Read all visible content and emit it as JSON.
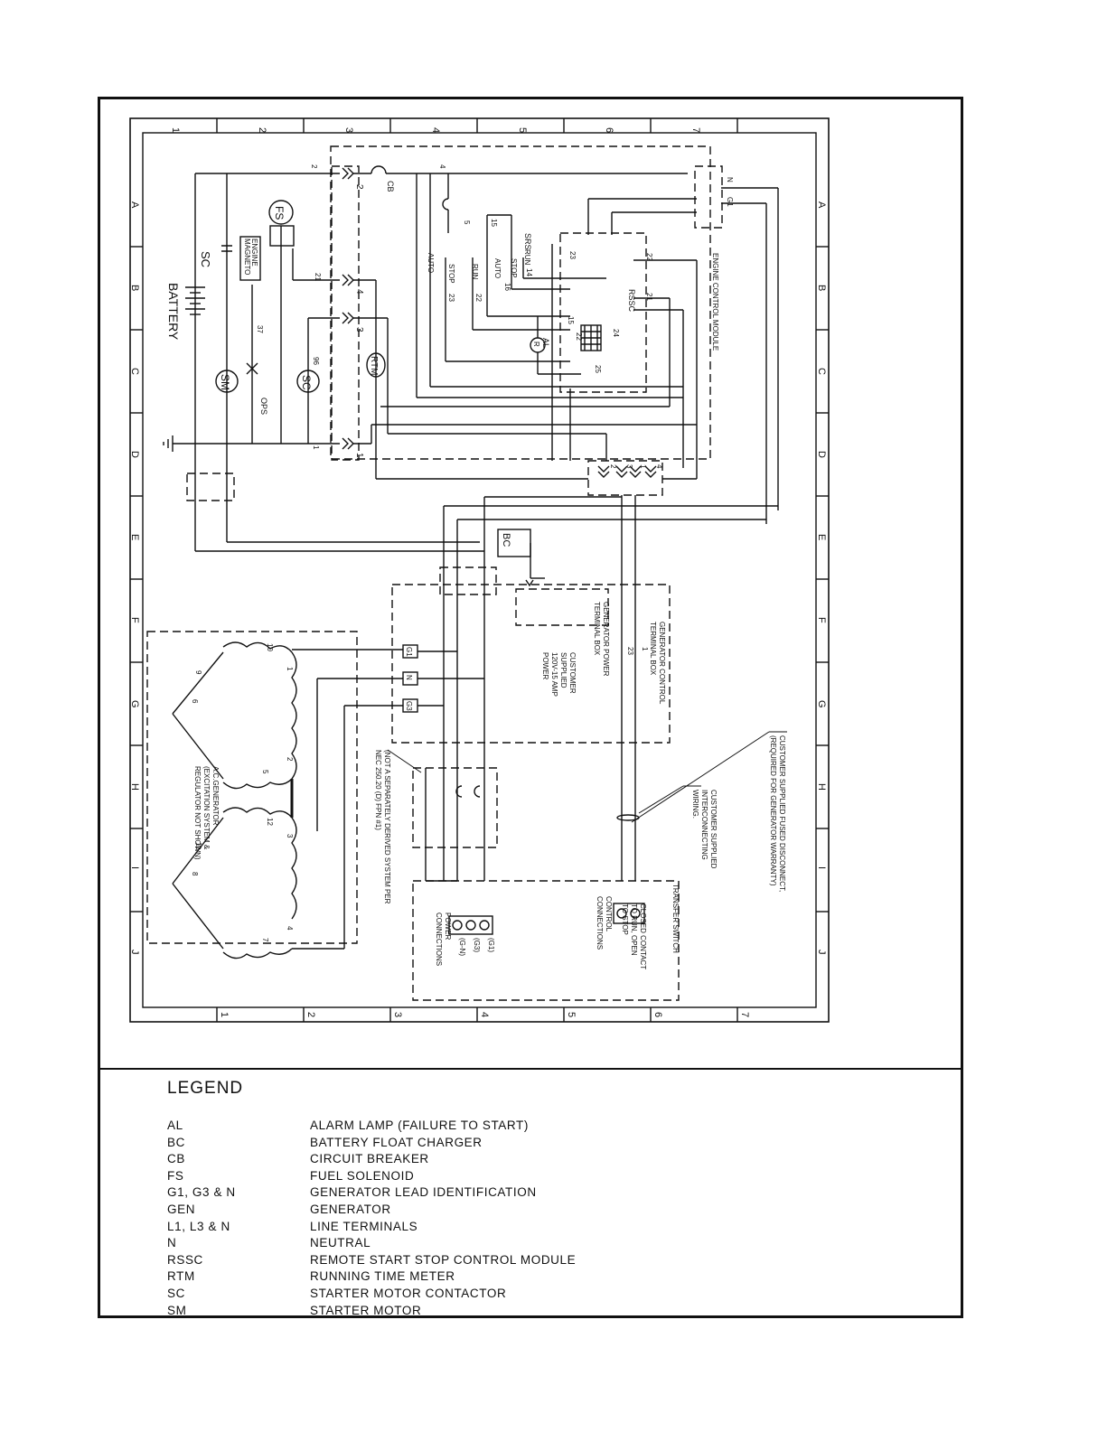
{
  "diagram": {
    "grid_numbers": [
      "1",
      "2",
      "3",
      "4",
      "5",
      "6",
      "7"
    ],
    "grid_letters": [
      "A",
      "B",
      "C",
      "D",
      "E",
      "F",
      "G",
      "H",
      "I",
      "J"
    ],
    "components": {
      "battery": "BATTERY",
      "sc_upper": "SC",
      "engine_magneto": [
        "ENGINE",
        "MAGNETO"
      ],
      "fs": "FS",
      "sm": "SM",
      "sc_lower": "SC",
      "ops": "OPS",
      "rtm": "RTM",
      "cb": "CB",
      "al": "AL",
      "r": "R",
      "rssc": "RSSC",
      "srs": "SRS",
      "bc": "BC",
      "engine_control_module": "ENGINE CONTROL MODULE"
    },
    "wire_labels": {
      "w2": "2",
      "w4": "4",
      "w5": "5",
      "w15": "15",
      "w21": "21",
      "w37": "37",
      "w96": "96",
      "w1": "1",
      "w23": "23",
      "w22": "22",
      "w16": "16",
      "w14": "14",
      "w24": "24",
      "w15b": "15",
      "w22b": "22",
      "w25": "25",
      "w23b": "23",
      "w22c": "22",
      "w21b": "21",
      "w23c": "23",
      "w1b": "1"
    },
    "switch_labels": {
      "auto": "AUTO",
      "stop": "STOP",
      "run": "RUN",
      "run2": "RUN",
      "stop2": "STOP",
      "auto2": "AUTO"
    },
    "ecm_terminals": {
      "n": "N",
      "g1": "G1"
    },
    "connector_pins": {
      "p2": "2",
      "p4": "4",
      "p3": "3",
      "p1": "1"
    },
    "tb_pins": [
      "2",
      "3",
      "1",
      "4"
    ],
    "generator_boxes": [
      "G1",
      "N",
      "G3"
    ],
    "coil_terminals": [
      "10",
      "1",
      "9",
      "6",
      "2",
      "5",
      "12",
      "3",
      "11",
      "8",
      "4",
      "7"
    ],
    "texts": {
      "generator_control_tb": [
        "GENERATOR CONTROL",
        "TERMINAL BOX"
      ],
      "generator_power_tb": [
        "GENERATOR POWER",
        "TERMINAL BOX"
      ],
      "customer_power": [
        "CUSTOMER",
        "SUPPLIED",
        "120V-15 AMP",
        "POWER"
      ],
      "fused_disconnect": [
        "CUSTOMER SUPPLIED FUSED DISCONNECT,",
        "(REQUIRED FOR GENERATOR WARRANTY)"
      ],
      "interconnecting": [
        "CUSTOMER SUPPLIED",
        "INTERCONNECTING",
        "WIRING."
      ],
      "not_separately": [
        "(NOT A SEPARATELY DERIVED SYSTEM PER",
        "NEC 250.20 (D) FPN #1)"
      ],
      "ac_generator": [
        "A.C.GENERATOR",
        "(EXCITATION SYSTEM &",
        "REGULATOR NOT SHOWN)"
      ],
      "transfer_switch": "TRANSFER SWITCH",
      "closed_contact": [
        "CLOSED CONTACT",
        "TO RUN, OPEN",
        "TO STOP"
      ],
      "control_connections": [
        "CONTROL",
        "CONNECTIONS"
      ],
      "power_connections": [
        "POWER",
        "CONNECTIONS"
      ],
      "ts_terminals": [
        "(G1)",
        "(G3)",
        "(G-N)"
      ]
    }
  },
  "legend": {
    "title": "LEGEND",
    "items": [
      {
        "abbr": "AL",
        "desc": "ALARM LAMP (FAILURE TO START)"
      },
      {
        "abbr": "BC",
        "desc": "BATTERY FLOAT CHARGER"
      },
      {
        "abbr": "CB",
        "desc": "CIRCUIT BREAKER"
      },
      {
        "abbr": "FS",
        "desc": "FUEL SOLENOID"
      },
      {
        "abbr": "G1, G3 & N",
        "desc": "GENERATOR LEAD IDENTIFICATION"
      },
      {
        "abbr": "GEN",
        "desc": "GENERATOR"
      },
      {
        "abbr": "L1, L3 & N",
        "desc": "LINE TERMINALS"
      },
      {
        "abbr": "N",
        "desc": "NEUTRAL"
      },
      {
        "abbr": "RSSC",
        "desc": "REMOTE START STOP CONTROL MODULE"
      },
      {
        "abbr": "RTM",
        "desc": "RUNNING TIME METER"
      },
      {
        "abbr": "SC",
        "desc": "STARTER MOTOR CONTACTOR"
      },
      {
        "abbr": "SM",
        "desc": "STARTER MOTOR"
      }
    ]
  }
}
